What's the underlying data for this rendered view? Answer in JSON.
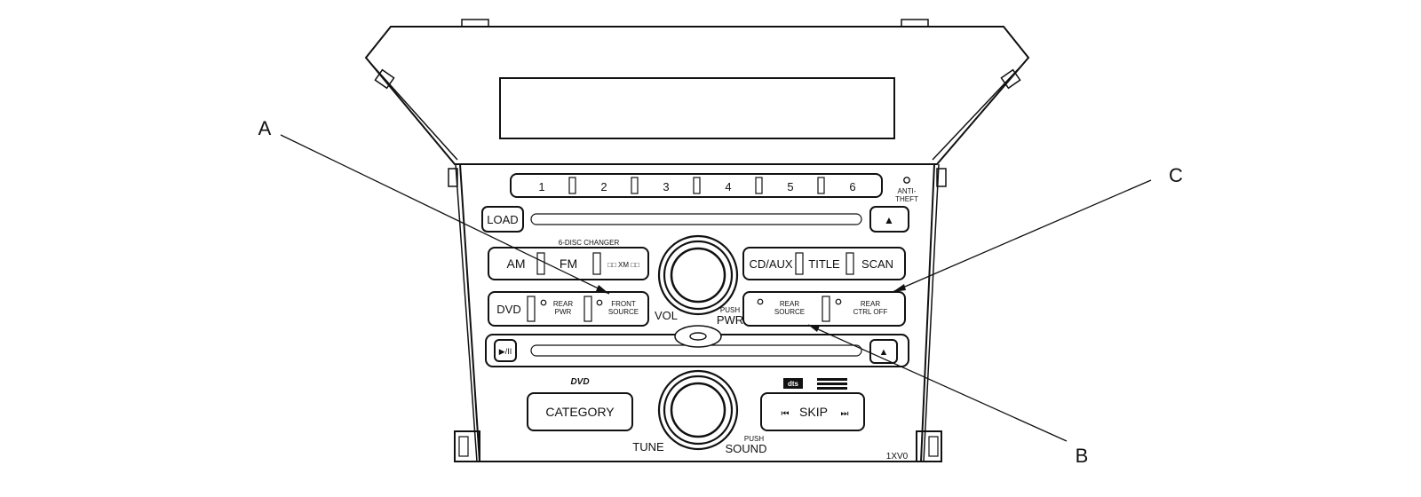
{
  "callouts": {
    "a": "A",
    "b": "B",
    "c": "C"
  },
  "presets": [
    "1",
    "2",
    "3",
    "4",
    "5",
    "6"
  ],
  "anti_theft": [
    "ANTI-",
    "THEFT"
  ],
  "load_button": "LOAD",
  "eject_icon": "▲",
  "play_pause": "▶/II",
  "changer_label": "6-DISC CHANGER",
  "band_buttons": {
    "am": "AM",
    "fm": "FM",
    "xm": "□□ XM □□"
  },
  "dvd_button": "DVD",
  "rear_pwr": [
    "REAR",
    "PWR"
  ],
  "front_source": [
    "FRONT",
    "SOURCE"
  ],
  "vol_label": "VOL",
  "push_pwr": [
    "PUSH",
    "PWR"
  ],
  "right_buttons": {
    "cdaux": "CD/AUX",
    "title": "TITLE",
    "scan": "SCAN"
  },
  "rear_source": [
    "REAR",
    "SOURCE"
  ],
  "rear_ctrl_off": [
    "REAR",
    "CTRL  OFF"
  ],
  "dvd_logo": "DVD",
  "category_button": "CATEGORY",
  "tune_label": "TUNE",
  "push_sound": [
    "PUSH",
    "SOUND"
  ],
  "skip_button": {
    "prev": "⏮",
    "label": "SKIP",
    "next": "⏭"
  },
  "dts_logo": "dts",
  "part_code": "1XV0"
}
